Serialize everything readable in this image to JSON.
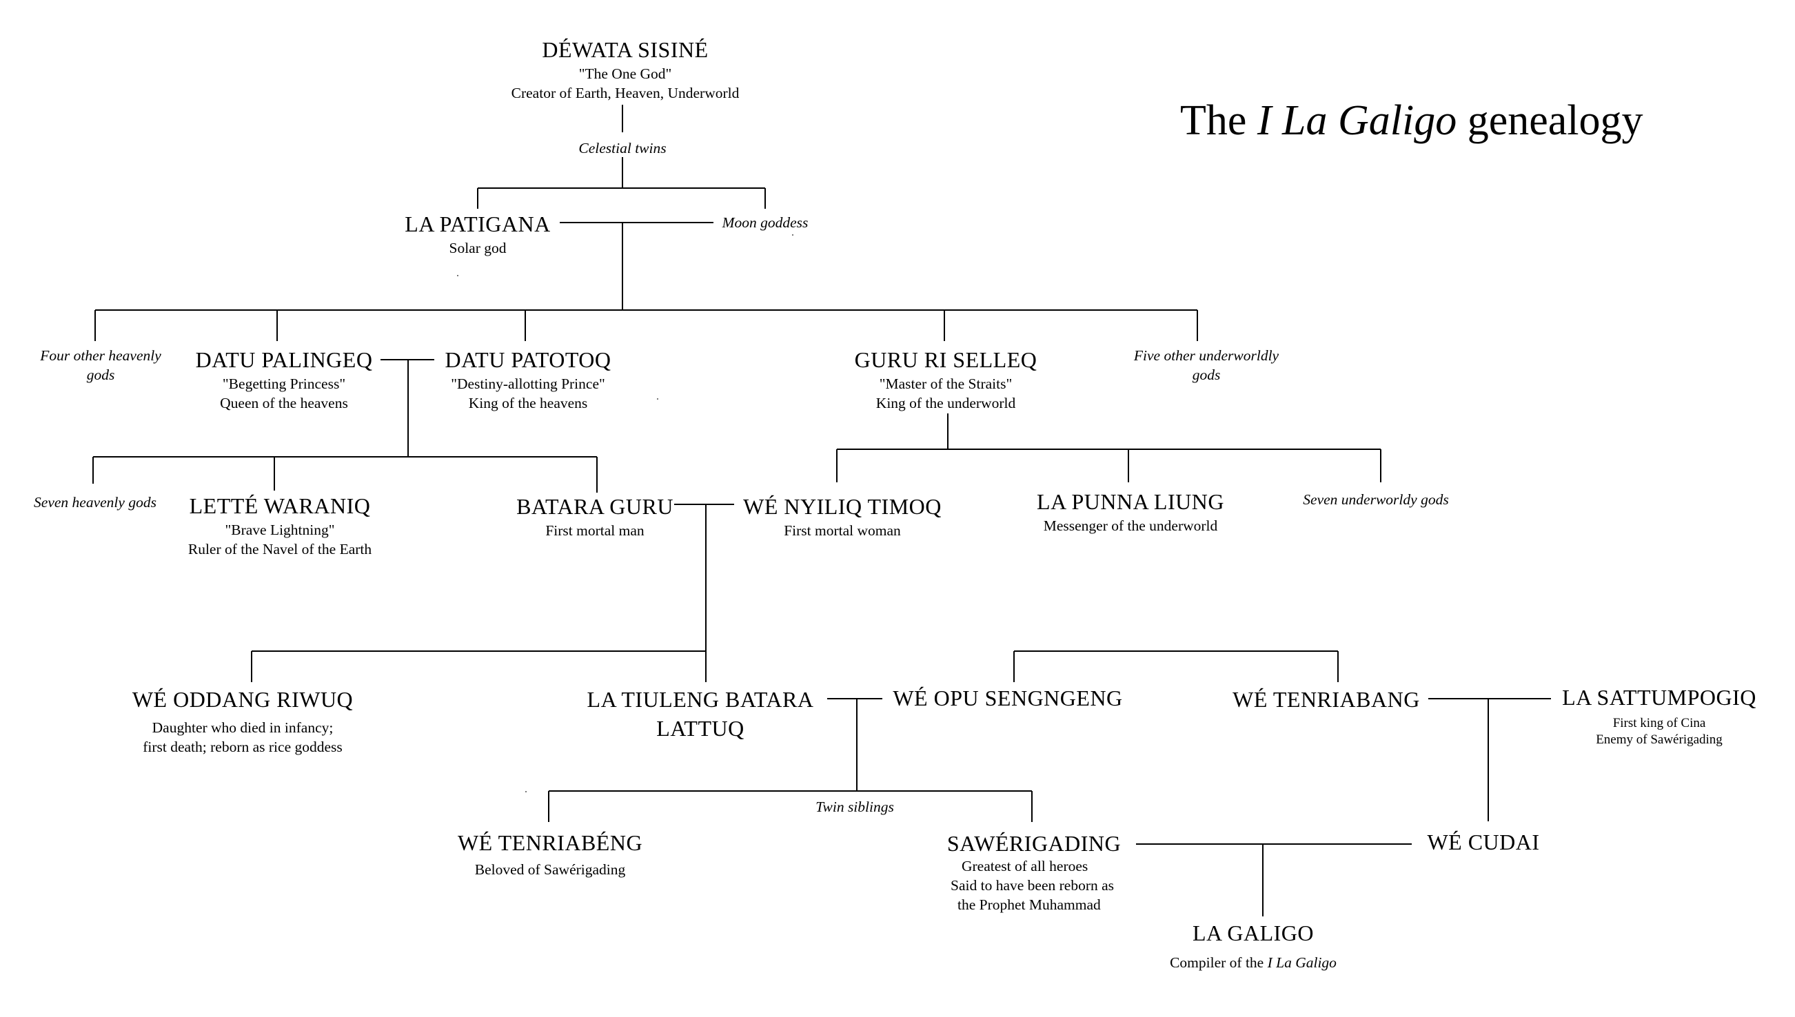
{
  "title": {
    "before": "The ",
    "italic": "I La Galigo",
    "after": " genealogy"
  },
  "nodes": {
    "dewata": {
      "name": "DÉWATA SISINÉ",
      "line1": "\"The One God\"",
      "line2": "Creator of Earth, Heaven, Underworld"
    },
    "celestial_twins": "Celestial twins",
    "la_patigana": {
      "name": "LA PATIGANA",
      "line1": "Solar god"
    },
    "moon_goddess": "Moon goddess",
    "four_other_a": "Four other heavenly",
    "four_other_b": "gods",
    "datu_palingeq": {
      "name": "DATU PALINGEQ",
      "line1": "\"Begetting Princess\"",
      "line2": "Queen of the heavens"
    },
    "datu_patotoq": {
      "name": "DATU PATOTOQ",
      "line1": "\"Destiny-allotting Prince\"",
      "line2": "King of the heavens"
    },
    "guru_ri_selleq": {
      "name": "GURU RI SELLEQ",
      "line1": "\"Master of the Straits\"",
      "line2": "King of the underworld"
    },
    "five_other_a": "Five other underworldly",
    "five_other_b": "gods",
    "seven_heavenly": "Seven heavenly gods",
    "lette_waraniq": {
      "name": "LETTÉ WARANIQ",
      "line1": "\"Brave Lightning\"",
      "line2": "Ruler of the Navel of the Earth"
    },
    "batara_guru": {
      "name": "BATARA GURU",
      "line1": "First mortal man"
    },
    "we_nyiliq_timoq": {
      "name": "WÉ NYILIQ TIMOQ",
      "line1": "First mortal woman"
    },
    "la_punna_liung": {
      "name": "LA PUNNA LIUNG",
      "line1": "Messenger of the underworld"
    },
    "seven_underworldy": "Seven underworldy gods",
    "we_oddang_riwuq": {
      "name": "WÉ ODDANG RIWUQ",
      "line1": "Daughter who died in infancy;",
      "line2": "first death; reborn as rice goddess"
    },
    "la_tiuleng": {
      "name": "LA TIULENG BATARA",
      "name2": "LATTUQ"
    },
    "we_opu_sengngeng": {
      "name": "WÉ OPU SENGNGENG"
    },
    "we_tenriabang": {
      "name": "WÉ TENRIABANG"
    },
    "la_sattumpogiq": {
      "name": "LA SATTUMPOGIQ",
      "line1": "First king of Cina",
      "line2": "Enemy of Sawérigading"
    },
    "twin_siblings": "Twin siblings",
    "we_tenriabeng": {
      "name": "WÉ TENRIABÉNG",
      "line1": "Beloved of Sawérigading"
    },
    "sawerigading": {
      "name": "SAWÉRIGADING",
      "line1": "Greatest of all heroes",
      "line2": "Said to have been reborn as",
      "line3": "the Prophet Muhammad"
    },
    "we_cudai": {
      "name": "WÉ CUDAI"
    },
    "la_galigo": {
      "name": "LA GALIGO",
      "line1_before": "Compiler of the ",
      "line1_italic": "I La Galigo"
    }
  }
}
